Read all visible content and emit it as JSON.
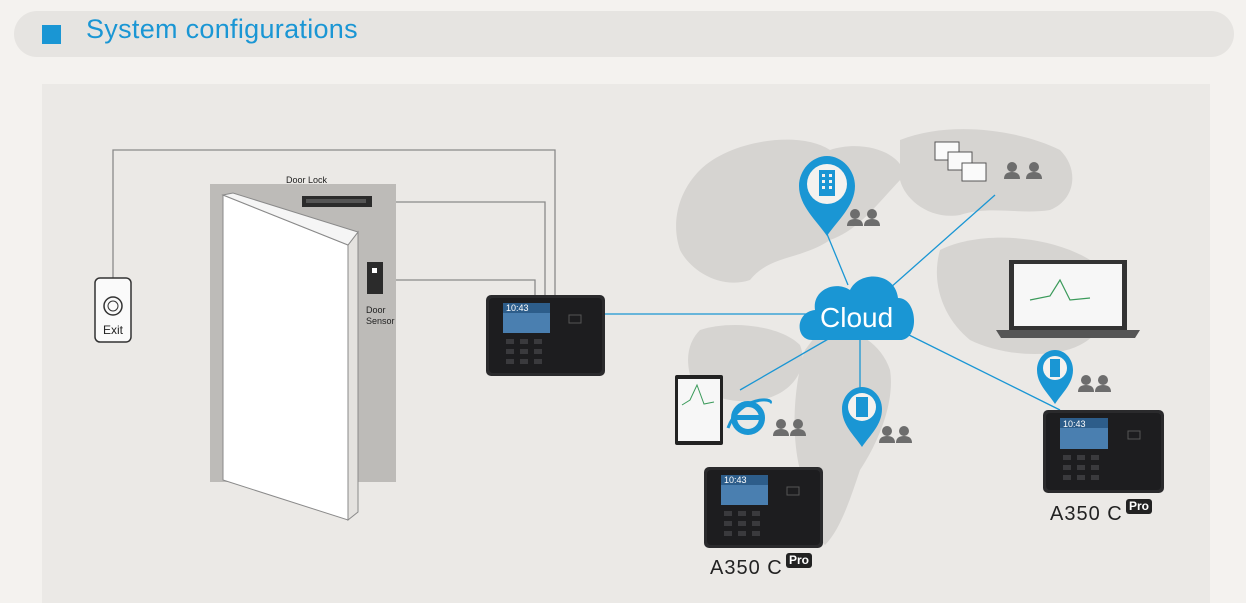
{
  "header": {
    "title": "System configurations",
    "accent_color": "#1a96d4"
  },
  "labels": {
    "door_lock": "Door Lock",
    "door_sensor_line1": "Door",
    "door_sensor_line2": "Sensor",
    "exit": "Exit",
    "cloud": "Cloud",
    "device_model": "A350 C",
    "device_badge": "Pro",
    "device_screen_time": "10:43"
  },
  "icons": {
    "exit_button": "exit-button-icon",
    "building_pin": "building-location-pin-icon",
    "people": "people-icon",
    "spreadsheet": "spreadsheet-icon",
    "laptop": "laptop-icon",
    "tablet": "tablet-icon",
    "browser": "internet-explorer-icon",
    "device": "time-attendance-terminal-icon"
  },
  "colors": {
    "cloud_blue": "#1a96d4",
    "wire_gray": "#8a8a8a",
    "map_gray": "#d2d0cd",
    "device_dark": "#2a2a2c"
  }
}
